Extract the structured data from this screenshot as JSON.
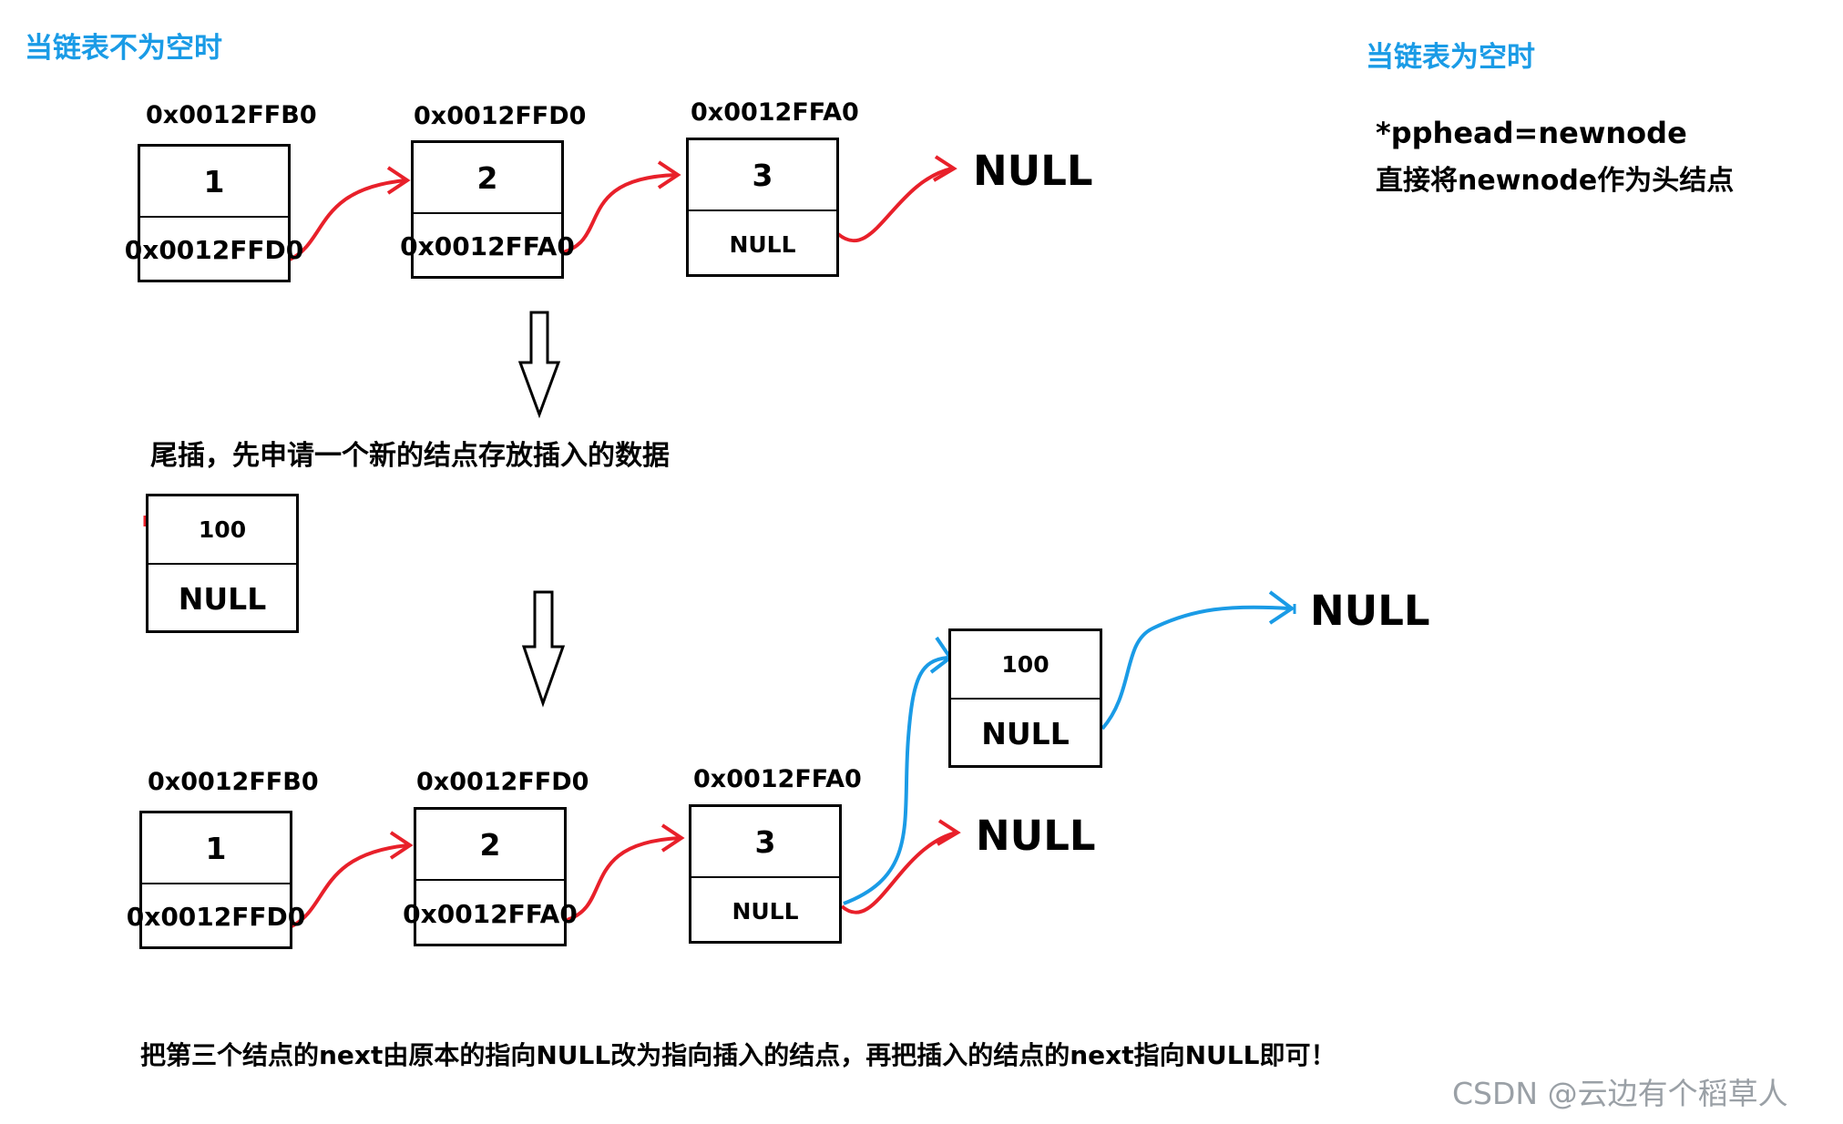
{
  "titles": {
    "non_empty": "当链表不为空时",
    "empty": "当链表为空时"
  },
  "empty_case": {
    "line1": "*pphead=newnode",
    "line2": "直接将newnode作为头结点"
  },
  "top_list": {
    "nodes": [
      {
        "address": "0x0012FFB0",
        "value": "1",
        "next": "0x0012FFD0"
      },
      {
        "address": "0x0012FFD0",
        "value": "2",
        "next": "0x0012FFA0"
      },
      {
        "address": "0x0012FFA0",
        "value": "3",
        "next": "NULL"
      }
    ],
    "tail": "NULL"
  },
  "step_note": "尾插，先申请一个新的结点存放插入的数据",
  "new_node": {
    "value": "100",
    "next": "NULL"
  },
  "bottom_list": {
    "nodes": [
      {
        "address": "0x0012FFB0",
        "value": "1",
        "next": "0x0012FFD0"
      },
      {
        "address": "0x0012FFD0",
        "value": "2",
        "next": "0x0012FFA0"
      },
      {
        "address": "0x0012FFA0",
        "value": "3",
        "next": "NULL"
      }
    ],
    "old_tail": "NULL",
    "inserted": {
      "value": "100",
      "next": "NULL"
    },
    "new_tail": "NULL"
  },
  "final_note": "把第三个结点的next由原本的指向NULL改为指向插入的结点，再把插入的结点的next指向NULL即可！",
  "watermark": "CSDN @云边有个稻草人",
  "colors": {
    "old_link": "#e8202a",
    "new_link": "#1a9be6",
    "title": "#1a9be6"
  }
}
